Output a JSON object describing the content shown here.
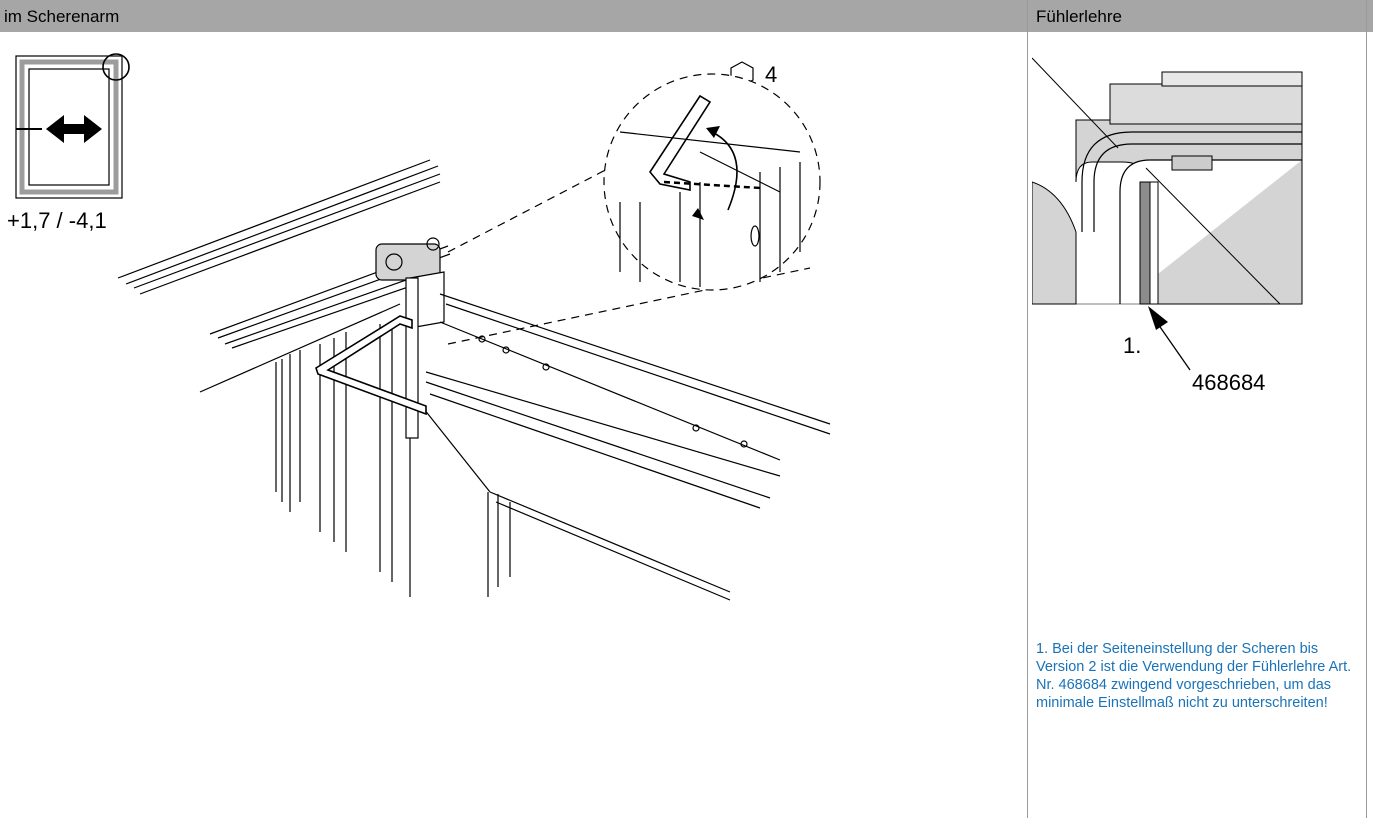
{
  "header": {
    "left_title": "im Scherenarm",
    "right_title": "Fühlerlehre"
  },
  "main": {
    "adjust_range": "+1,7 / -4,1",
    "hex_size": "4",
    "icons": [
      "window-frame-icon",
      "horizontal-double-arrow-icon",
      "hexagon-icon",
      "hex-key-icon",
      "rotation-arrows-icon"
    ]
  },
  "side": {
    "step": "1.",
    "part_number": "468684",
    "note": "1. Bei der Seiteneinstellung der Sche­ren bis Version 2 ist die Verwendung der Fühlerlehre Art. Nr. 468684 zwin­gend vorgeschrieben, um das minimale Einstellmaß nicht zu unterschreiten!",
    "note_color": "#1a73b8"
  },
  "colors": {
    "header_bg": "#a6a6a6",
    "divider": "#9a9a9a",
    "detail_gray": "#d4d4d4"
  }
}
